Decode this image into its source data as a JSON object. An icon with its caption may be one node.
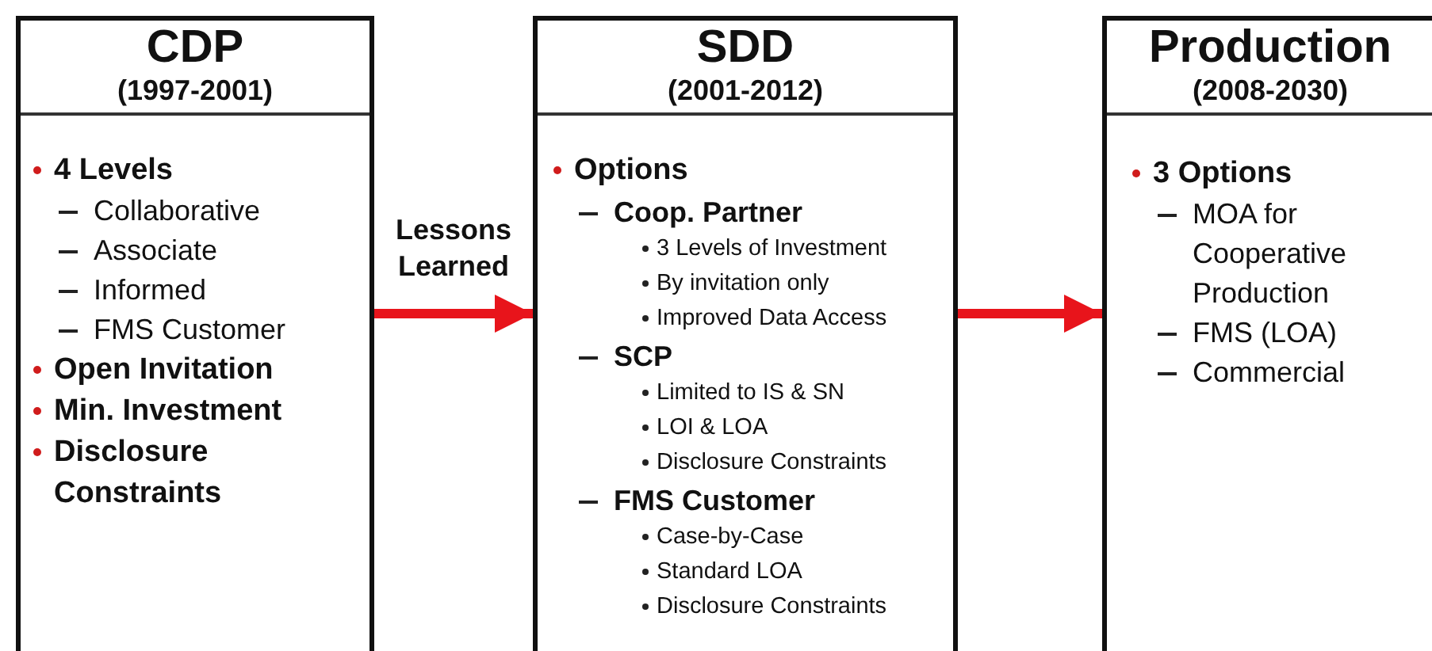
{
  "diagram": {
    "nodes": [
      {
        "text": [
          "CDP",
          "(1997-2001)",
          "4 Levels",
          "Collaborative",
          "Associate",
          "Informed",
          "FMS Customer",
          "Open Invitation",
          "Min. Investment",
          "Disclosure Constraints"
        ]
      },
      {
        "text": [
          "SDD",
          "(2001-2012)",
          "Options",
          "Coop. Partner",
          "3 Levels of Investment",
          "By invitation only",
          "Improved Data Access",
          "SCP",
          "Limited to IS & SN",
          "LOI & LOA",
          "Disclosure Constraints",
          "FMS Customer",
          "Case-by-Case",
          "Standard LOA",
          "Disclosure Constraints"
        ]
      },
      {
        "text": [
          "Production",
          "(2008-2030)",
          "3 Options",
          "MOA for Cooperative Production",
          "FMS (LOA)",
          "Commercial"
        ]
      }
    ],
    "edges": [
      {
        "from": 0,
        "to": 1,
        "arrow": "to",
        "label": "Lessons Learned"
      },
      {
        "from": 1,
        "to": 2,
        "arrow": "to"
      }
    ]
  }
}
